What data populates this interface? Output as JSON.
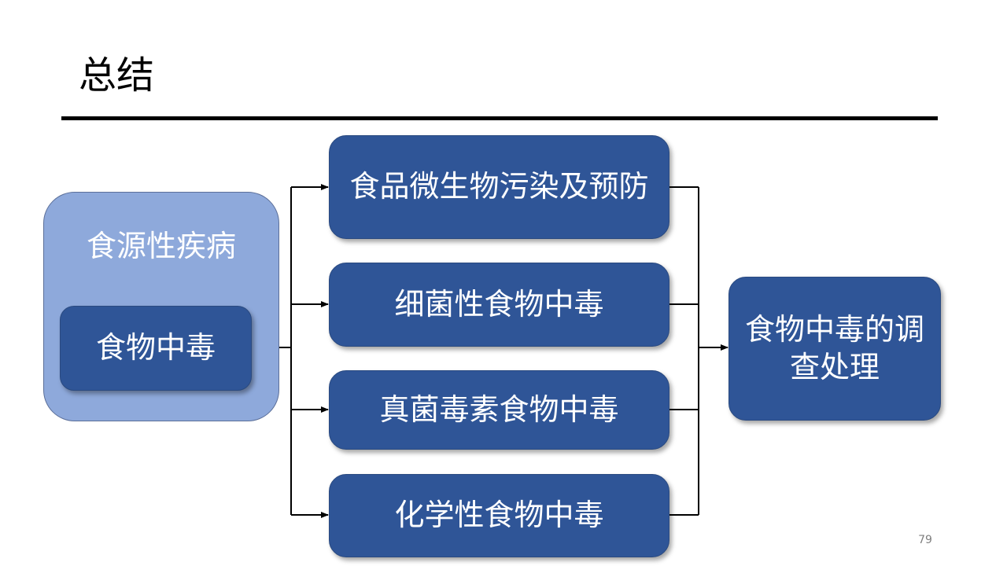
{
  "slide": {
    "title": "总结",
    "page_number": "79"
  },
  "diagram": {
    "outer_group": "食源性疾病",
    "source": "食物中毒",
    "categories": [
      "食品微生物污染及预防",
      "细菌性食物中毒",
      "真菌毒素食物中毒",
      "化学性食物中毒"
    ],
    "target": "食物中毒的调查处理"
  },
  "colors": {
    "outer_fill": "#8ea9db",
    "box_fill": "#2f5597",
    "text_on_box": "#ffffff",
    "connector": "#000000"
  }
}
